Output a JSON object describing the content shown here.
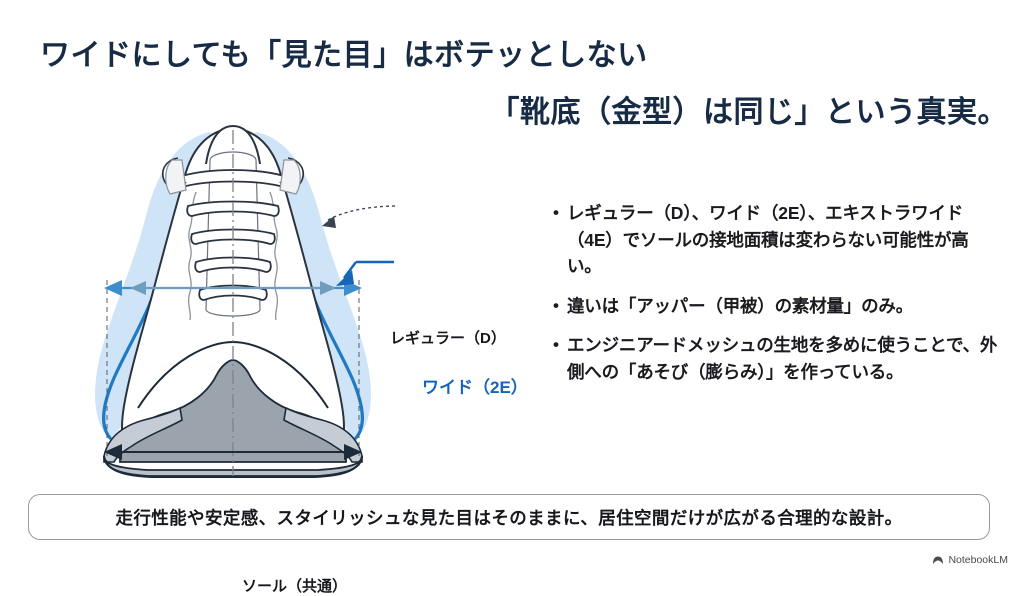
{
  "slide": {
    "title": {
      "line1": "ワイドにしても「見た目」はボテッとしない",
      "line2": "「靴底（金型）は同じ」という真実。"
    },
    "diagram": {
      "name": "shoe-front-cross-section",
      "labels": {
        "regular": "レギュラー（D）",
        "wide": "ワイド（2E）",
        "sole": "ソール（共通）"
      },
      "colors": {
        "wide_fill": "#cfe4f7",
        "wide_stroke": "#1f7ac4",
        "sole_gray": "#9ba3ac",
        "midsole_gray": "#c6ccd4",
        "outline": "#1d2a3a",
        "dimension_line": "#5f93bb"
      }
    },
    "bullets": [
      "レギュラー（D）、ワイド（2E）、エキストラワイド（4E）でソールの接地面積は変わらない可能性が高い。",
      "違いは「アッパー（甲被）の素材量」のみ。",
      "エンジニアードメッシュの生地を多めに使うことで、外側への「あそび（膨らみ）」を作っている。"
    ],
    "bullet_marker": "•",
    "banner": {
      "text": "走行性能や安定感、スタイリッシュな見た目はそのままに、居住空間だけが広がる合理的な設計。"
    },
    "watermark": {
      "label": "NotebookLM"
    },
    "colors": {
      "title": "#172b45",
      "body_text": "#1a1a20",
      "accent_blue": "#1565b8",
      "banner_border": "#9a9a9a",
      "background": "#ffffff"
    }
  }
}
